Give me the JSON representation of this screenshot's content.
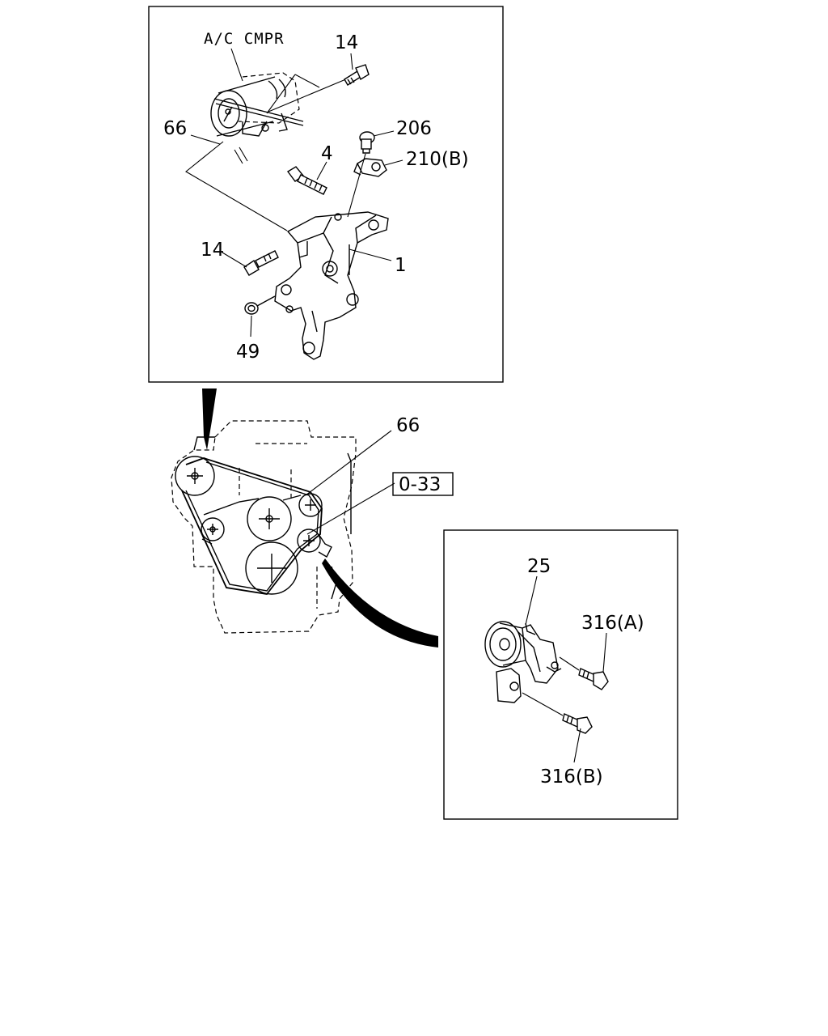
{
  "diagram": {
    "labels": {
      "ac_cmpr": "A/C CMPR",
      "p14_top": "14",
      "p206": "206",
      "p210b": "210(B)",
      "p4": "4",
      "p66_top": "66",
      "p14_left": "14",
      "p1": "1",
      "p49": "49",
      "p66_belt": "66",
      "ref_033": "0-33",
      "p25": "25",
      "p316a": "316(A)",
      "p316b": "316(B)"
    }
  }
}
